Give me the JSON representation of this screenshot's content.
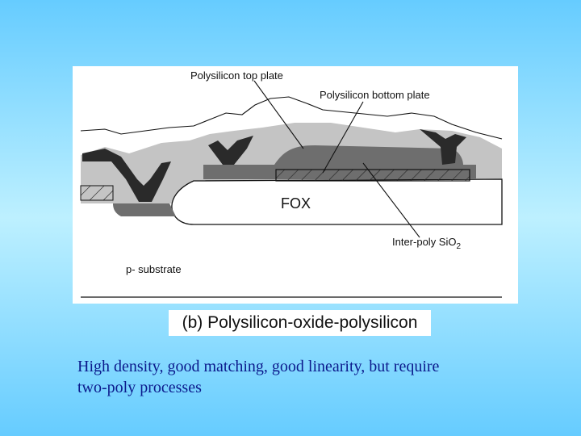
{
  "diagram": {
    "labels": {
      "top_plate": "Polysilicon top plate",
      "bottom_plate": "Polysilicon bottom plate",
      "fox": "FOX",
      "inter_poly": "Inter-poly SiO",
      "inter_poly_sub": "2",
      "substrate": "p- substrate"
    },
    "colors": {
      "dark_fill": "#2a2a2a",
      "light_gray": "#c4c4c4",
      "mid_gray": "#6e6e6e",
      "hatch_stroke": "#222222"
    }
  },
  "caption": "(b) Polysilicon-oxide-polysilicon",
  "body_text": {
    "line1": "High density, good matching, good linearity, but require",
    "line2": "two-poly processes"
  }
}
